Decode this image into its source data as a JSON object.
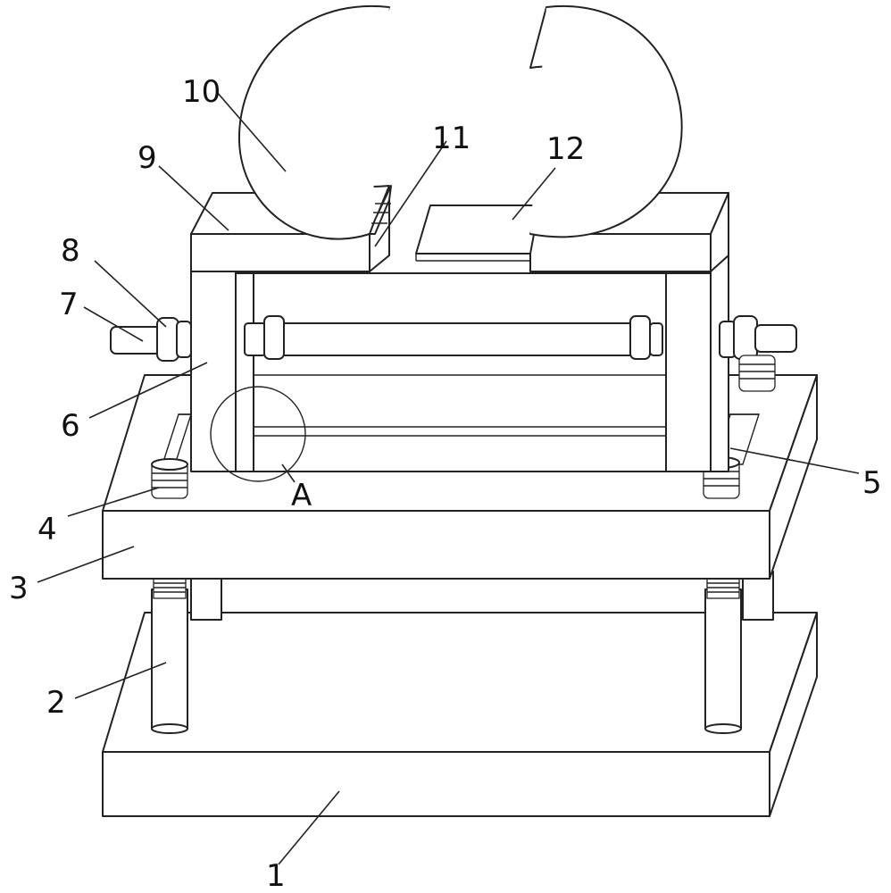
{
  "figure": {
    "labels": {
      "l1": "1",
      "l2": "2",
      "l3": "3",
      "l4": "4",
      "l5": "5",
      "l6": "6",
      "l7": "7",
      "l8": "8",
      "l9": "9",
      "l10": "10",
      "l11": "11",
      "l12": "12",
      "detail": "A"
    }
  }
}
